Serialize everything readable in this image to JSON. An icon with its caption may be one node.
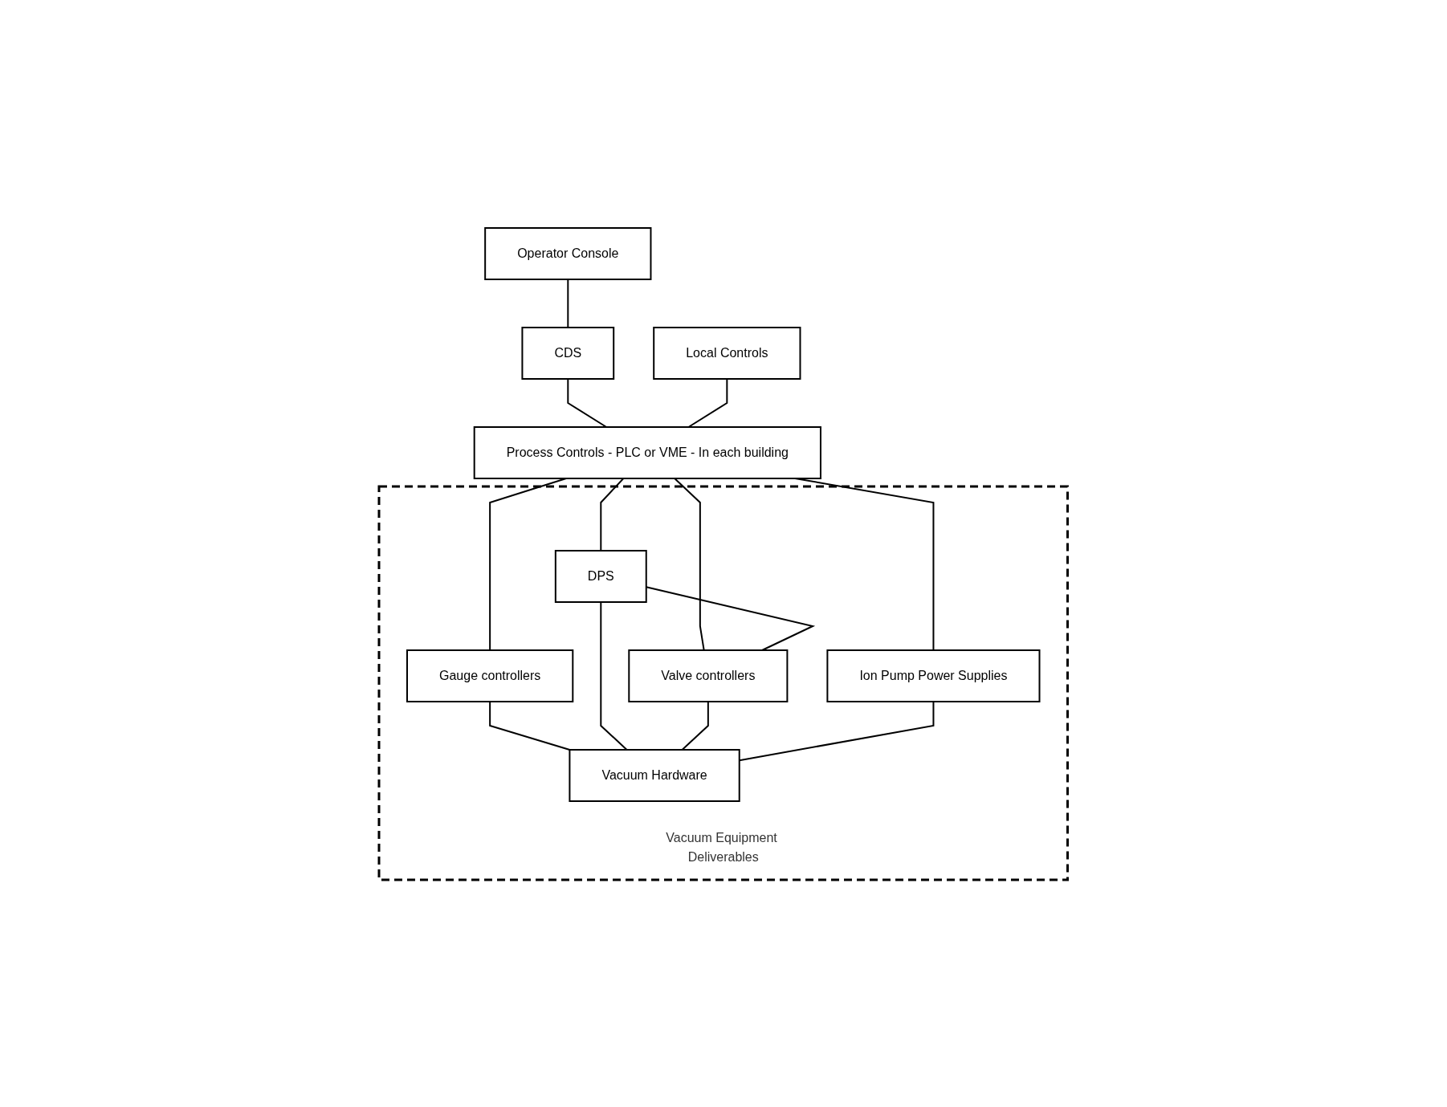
{
  "diagram": {
    "nodes": [
      {
        "text": [
          "Operator Console"
        ]
      },
      {
        "text": [
          "CDS"
        ]
      },
      {
        "text": [
          "Local Controls"
        ]
      },
      {
        "text": [
          "Process Controls - PLC or VME - In each building"
        ]
      },
      {
        "text": [
          "Vacuum Equipment Deliverables"
        ]
      },
      {
        "text": [
          "Gauge controllers"
        ],
        "in": 4
      },
      {
        "text": [
          "DPS"
        ],
        "in": 4
      },
      {
        "text": [
          "Valve controllers"
        ],
        "in": 4
      },
      {
        "text": [
          "Ion Pump Power Supplies"
        ],
        "in": 4
      },
      {
        "text": [
          "Vacuum Hardware"
        ],
        "in": 4
      }
    ],
    "edges": [
      {
        "from": 0,
        "to": 1,
        "arrow": "none"
      },
      {
        "from": 1,
        "to": 3,
        "arrow": "none"
      },
      {
        "from": 2,
        "to": 3,
        "arrow": "none"
      },
      {
        "from": 3,
        "to": 5,
        "arrow": "none"
      },
      {
        "from": 3,
        "to": 6,
        "arrow": "none"
      },
      {
        "from": 3,
        "to": 7,
        "arrow": "none"
      },
      {
        "from": 3,
        "to": 8,
        "arrow": "none"
      },
      {
        "from": 6,
        "to": 7,
        "arrow": "none"
      },
      {
        "from": 5,
        "to": 9,
        "arrow": "none"
      },
      {
        "from": 6,
        "to": 9,
        "arrow": "none"
      },
      {
        "from": 7,
        "to": 9,
        "arrow": "none"
      },
      {
        "from": 8,
        "to": 9,
        "arrow": "none"
      }
    ]
  }
}
